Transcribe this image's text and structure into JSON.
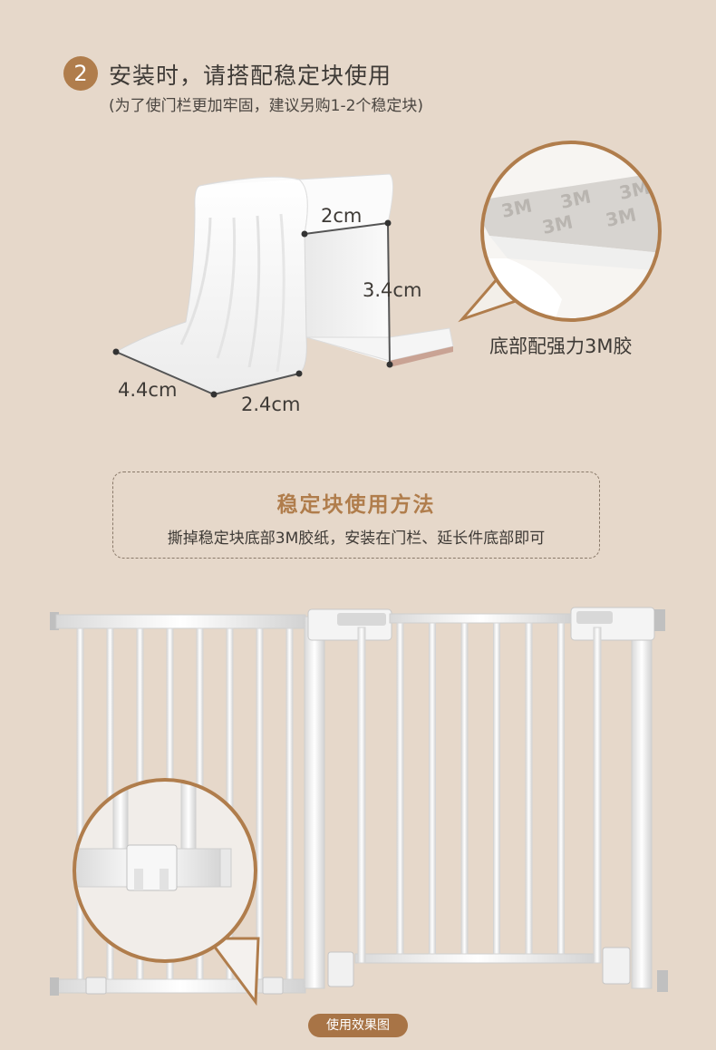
{
  "step": {
    "number": "2",
    "title": "安装时，请搭配稳定块使用",
    "subtitle": "(为了使门栏更加牢固，建议另购1-2个稳定块)"
  },
  "block": {
    "dims": {
      "top_width": "2cm",
      "height": "3.4cm",
      "length": "4.4cm",
      "base_width": "2.4cm"
    },
    "zoom_label": "底部配强力3M胶"
  },
  "usage": {
    "title": "稳定块使用方法",
    "description": "撕掉稳定块底部3M胶纸，安装在门栏、延长件底部即可"
  },
  "caption": "使用效果图",
  "colors": {
    "background": "#e6d8ca",
    "accent": "#b07d4c",
    "text": "#3e3a36"
  }
}
